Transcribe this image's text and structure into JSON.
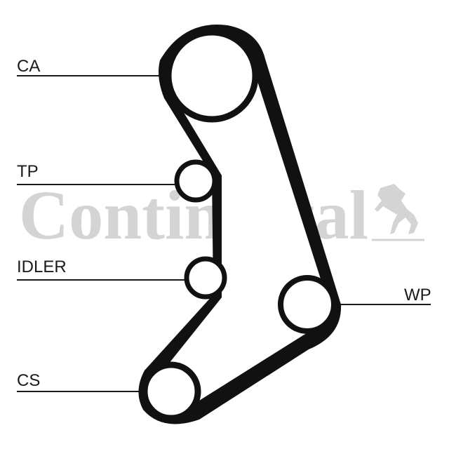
{
  "labels": {
    "ca": "CA",
    "tp": "TP",
    "idler": "IDLER",
    "wp": "WP",
    "cs": "CS"
  },
  "watermark": {
    "text": "Continental"
  },
  "colors": {
    "belt": "#111111",
    "pulley_fill": "#ffffff",
    "leader": "#1a1a1a",
    "watermark": "#d4d4d4"
  }
}
